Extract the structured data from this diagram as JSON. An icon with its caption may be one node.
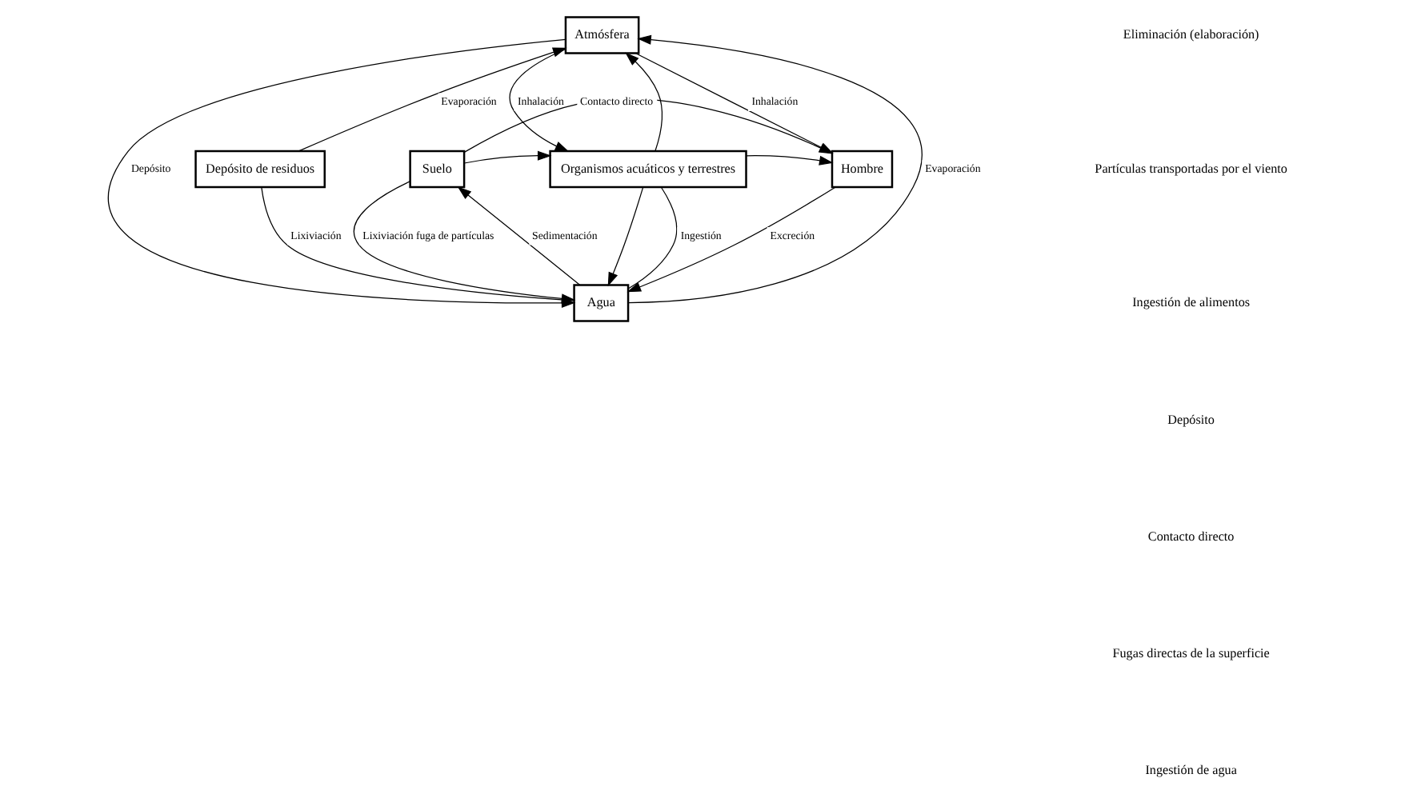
{
  "diagram": {
    "nodes": [
      {
        "text": [
          "Atmósfera"
        ]
      },
      {
        "text": [
          "Depósito de residuos"
        ]
      },
      {
        "text": [
          "Suelo"
        ]
      },
      {
        "text": [
          "Organismos acuáticos y terrestres"
        ]
      },
      {
        "text": [
          "Hombre"
        ]
      },
      {
        "text": [
          "Agua"
        ]
      }
    ],
    "edges": [
      {
        "from": 1,
        "to": 0,
        "arrow": "to",
        "label": "Evaporación"
      },
      {
        "from": 1,
        "to": 5,
        "arrow": "none",
        "label": "Lixiviación"
      },
      {
        "from": 5,
        "to": 0,
        "arrow": "to",
        "label": "Evaporación"
      },
      {
        "from": 0,
        "to": 5,
        "arrow": "to",
        "label": "Depósito"
      },
      {
        "from": 0,
        "to": 4,
        "arrow": "to",
        "label": "Inhalación"
      },
      {
        "from": 0,
        "to": 3,
        "arrow": "to",
        "label": "Inhalación"
      },
      {
        "from": 3,
        "to": 0,
        "arrow": "to"
      },
      {
        "from": 2,
        "to": 3,
        "arrow": "to"
      },
      {
        "from": 3,
        "to": 4,
        "arrow": "to"
      },
      {
        "from": 2,
        "to": 4,
        "arrow": "to",
        "label": "Contacto directo"
      },
      {
        "from": 2,
        "to": 5,
        "arrow": "to",
        "label": "Lixiviación fuga de partículas"
      },
      {
        "from": 5,
        "to": 2,
        "arrow": "to",
        "label": "Sedimentación"
      },
      {
        "from": 5,
        "to": 3,
        "arrow": "none",
        "label": "Ingestión"
      },
      {
        "from": 3,
        "to": 5,
        "arrow": "to"
      },
      {
        "from": 4,
        "to": 5,
        "arrow": "to",
        "label": "Excreción"
      }
    ],
    "labels": [
      "Eliminación (elaboración)",
      "Partículas transportadas por el viento",
      "Ingestión de alimentos",
      "Depósito",
      "Contacto directo",
      "Fugas directas de la superficie",
      "Ingestión de agua"
    ]
  }
}
